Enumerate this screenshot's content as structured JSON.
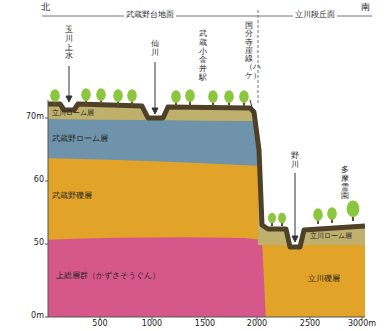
{
  "diagram": {
    "nodes": [
      {
        "text": [
          "立川ローム層"
        ]
      },
      {
        "text": [
          "武蔵野ローム層"
        ]
      },
      {
        "text": [
          "武蔵野礫層"
        ]
      },
      {
        "text": [
          "上総層群（かずさそうぐん）"
        ]
      },
      {
        "text": [
          "立川ローム層"
        ]
      },
      {
        "text": [
          "立川礫層"
        ]
      }
    ],
    "labels": [
      "北",
      "南",
      "武蔵野台地面",
      "立川段丘面",
      "玉川上水",
      "仙川",
      "武蔵小金井駅",
      "国分寺崖線（ハケ）",
      "野川",
      "多摩霊園",
      "70m",
      "60",
      "50",
      "0m",
      "500",
      "1000",
      "1500",
      "2000",
      "2500",
      "3000m"
    ]
  }
}
